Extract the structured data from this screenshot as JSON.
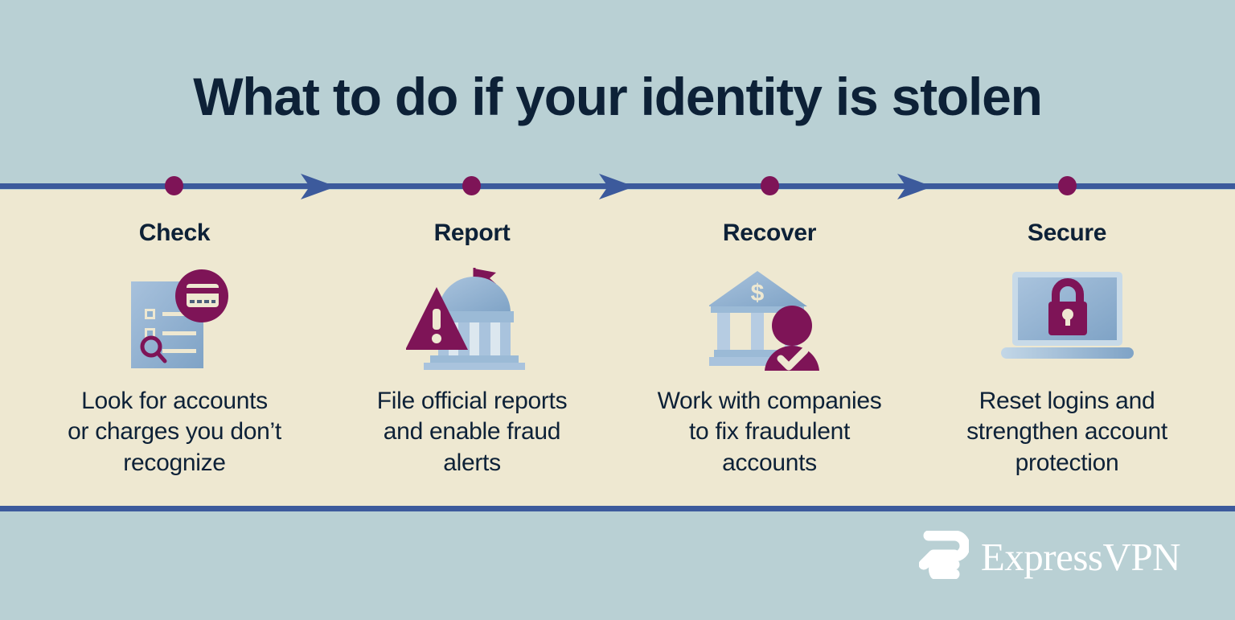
{
  "title": "What to do if your identity is stolen",
  "colors": {
    "background_top": "#b9d0d4",
    "background_band": "#eee8d1",
    "rule_blue": "#3c5a9c",
    "accent_maroon": "#7e1457",
    "icon_blue": "#8fb0cf",
    "text_navy": "#0d2137"
  },
  "timeline": {
    "arrow_count": 3,
    "marker_count": 4
  },
  "steps": [
    {
      "label": "Check",
      "icon": "document-checklist-magnifier-creditcard-icon",
      "description": "Look for accounts\nor charges you don’t\nrecognize"
    },
    {
      "label": "Report",
      "icon": "government-building-warning-triangle-icon",
      "description": "File official reports\nand enable fraud\nalerts"
    },
    {
      "label": "Recover",
      "icon": "bank-person-check-icon",
      "description": "Work with companies\nto fix fraudulent\naccounts"
    },
    {
      "label": "Secure",
      "icon": "laptop-padlock-icon",
      "description": "Reset logins and\nstrengthen account\nprotection"
    }
  ],
  "logo": {
    "mark": "expressvpn-e-mark-icon",
    "wordmark": "ExpressVPN"
  }
}
